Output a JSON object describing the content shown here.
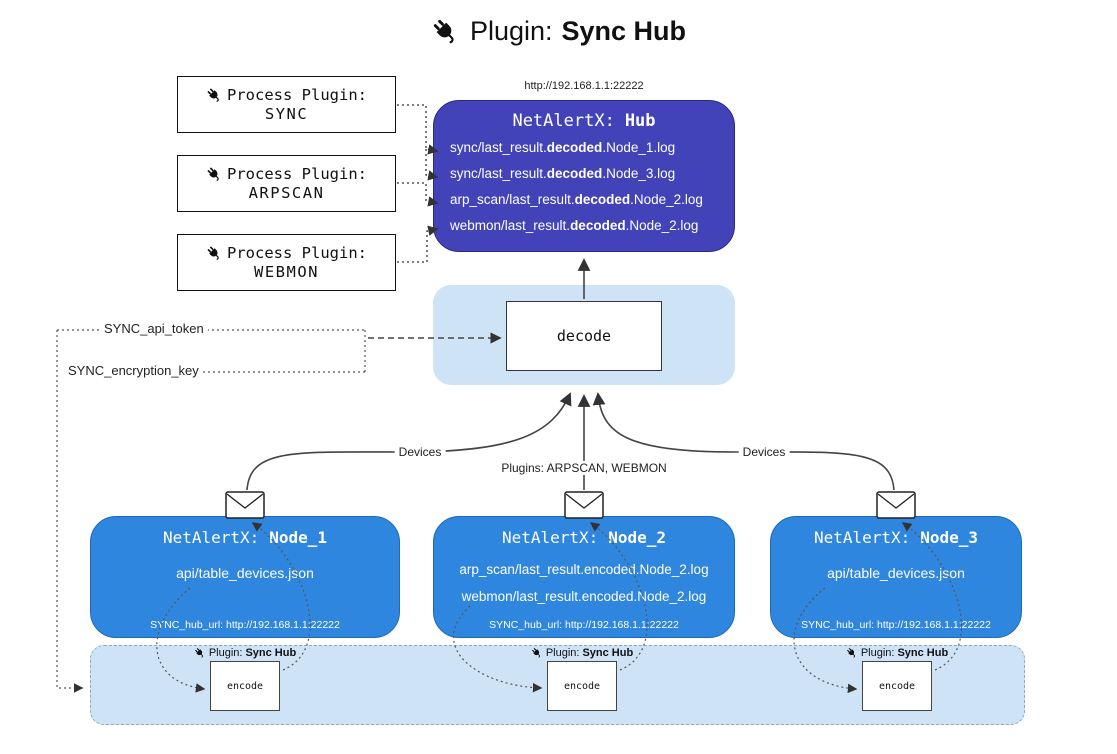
{
  "title": {
    "prefix": "Plugin:",
    "name": "Sync Hub"
  },
  "process_plugins": [
    {
      "label": "Process Plugin:",
      "name": "SYNC"
    },
    {
      "label": "Process Plugin:",
      "name": "ARPSCAN"
    },
    {
      "label": "Process Plugin:",
      "name": "WEBMON"
    }
  ],
  "hub": {
    "url": "http://192.168.1.1:22222",
    "title_prefix": "NetAlertX:",
    "title_name": "Hub",
    "logs": [
      {
        "pre": "sync/last_result.",
        "bold": "decoded",
        "post": ".Node_1.log"
      },
      {
        "pre": "sync/last_result.",
        "bold": "decoded",
        "post": ".Node_3.log"
      },
      {
        "pre": "arp_scan/last_result.",
        "bold": "decoded",
        "post": ".Node_2.log"
      },
      {
        "pre": "webmon/last_result.",
        "bold": "decoded",
        "post": ".Node_2.log"
      }
    ]
  },
  "decode": {
    "label": "decode"
  },
  "flow_labels": {
    "sync_api_token": "SYNC_api_token",
    "sync_encryption_key": "SYNC_encryption_key",
    "devices_left": "Devices",
    "devices_right": "Devices",
    "plugins_center": "Plugins: ARPSCAN, WEBMON"
  },
  "nodes": [
    {
      "title_prefix": "NetAlertX:",
      "title_name": "Node_1",
      "files": [
        "api/table_devices.json"
      ],
      "hub_url": "SYNC_hub_url: http://192.168.1.1:22222"
    },
    {
      "title_prefix": "NetAlertX:",
      "title_name": "Node_2",
      "files": [
        "arp_scan/last_result.encoded.Node_2.log",
        "webmon/last_result.encoded.Node_2.log"
      ],
      "hub_url": "SYNC_hub_url: http://192.168.1.1:22222"
    },
    {
      "title_prefix": "NetAlertX:",
      "title_name": "Node_3",
      "files": [
        "api/table_devices.json"
      ],
      "hub_url": "SYNC_hub_url: http://192.168.1.1:22222"
    }
  ],
  "encode_section": {
    "label_prefix": "Plugin:",
    "label_name": "Sync Hub",
    "encode_label": "encode"
  },
  "colors": {
    "hub_fill": "#4343b9",
    "node_fill": "#2e86de",
    "panel_fill": "#cfe3f7",
    "line_color": "#444444"
  }
}
